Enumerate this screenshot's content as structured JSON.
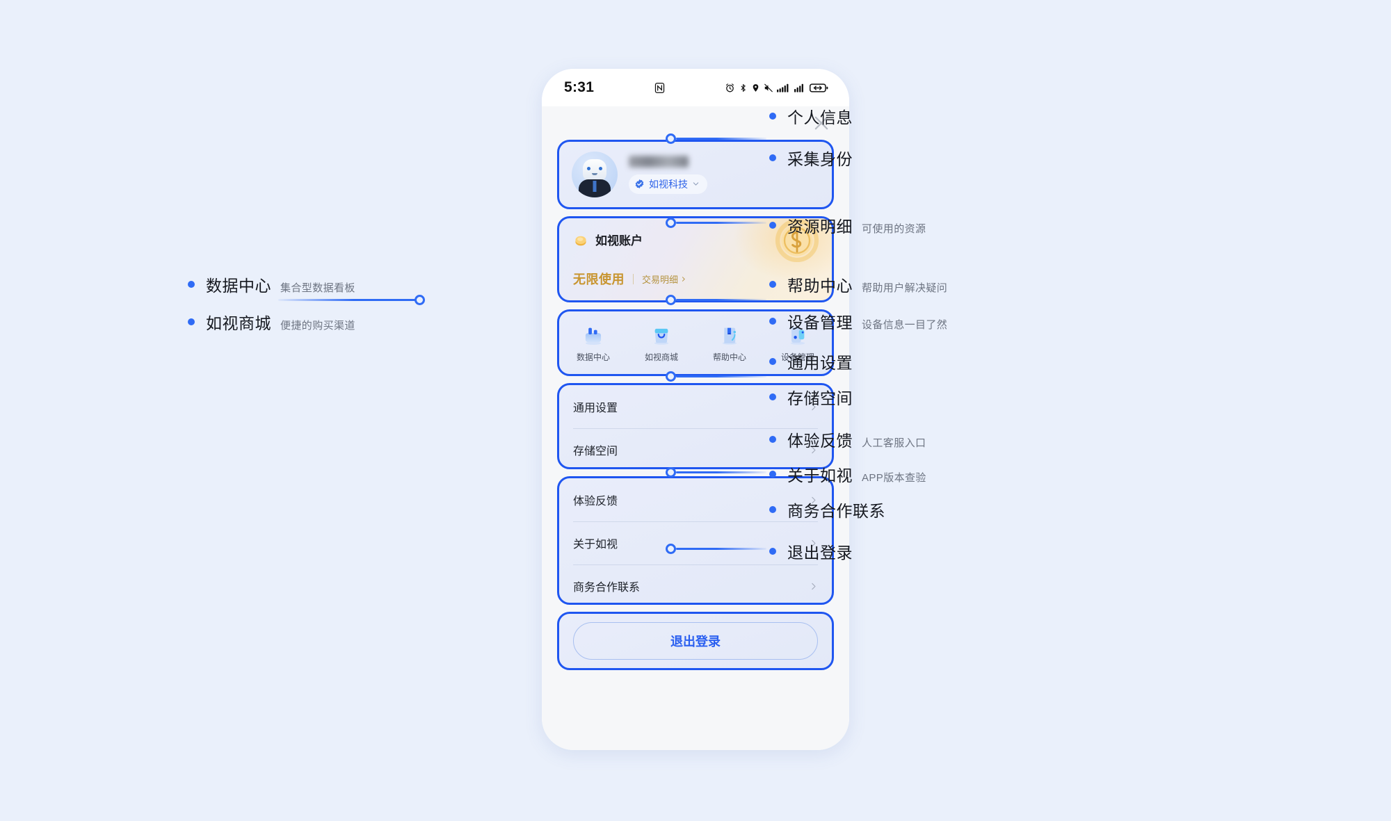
{
  "status_bar": {
    "time": "5:31",
    "icons": [
      "nfc-icon",
      "alarm-icon",
      "bluetooth-icon",
      "location-icon",
      "mute-icon",
      "signal-icon",
      "signal-icon-2",
      "battery-icon"
    ]
  },
  "phone": {
    "close_icon": "close-icon",
    "profile": {
      "avatar_alt": "avatar",
      "name_masked": "",
      "org_name": "如视科技",
      "verified_icon": "verified-badge-icon",
      "chevron_icon": "chevron-down-icon"
    },
    "account": {
      "title": "如视账户",
      "coin_icon": "coin-icon",
      "badge_icon": "coin-badge-icon",
      "quota_text": "无限使用",
      "detail_text": "交易明细",
      "detail_chevron": "chevron-right-icon"
    },
    "grid": [
      {
        "label": "数据中心",
        "icon": "data-center-icon"
      },
      {
        "label": "如视商城",
        "icon": "shop-bag-icon"
      },
      {
        "label": "帮助中心",
        "icon": "help-book-icon"
      },
      {
        "label": "设备管理",
        "icon": "device-icon"
      }
    ],
    "settings_group_1": [
      {
        "label": "通用设置",
        "chevron": "chevron-right-icon"
      },
      {
        "label": "存储空间",
        "chevron": "chevron-right-icon"
      }
    ],
    "settings_group_2": [
      {
        "label": "体验反馈",
        "chevron": "chevron-right-icon"
      },
      {
        "label": "关于如视",
        "chevron": "chevron-right-icon"
      },
      {
        "label": "商务合作联系",
        "chevron": "chevron-right-icon"
      }
    ],
    "logout_label": "退出登录"
  },
  "annotations_left": [
    {
      "title": "数据中心",
      "sub": "集合型数据看板"
    },
    {
      "title": "如视商城",
      "sub": "便捷的购买渠道"
    }
  ],
  "annotations_right": [
    {
      "title": "个人信息",
      "sub": ""
    },
    {
      "title": "采集身份",
      "sub": ""
    },
    {
      "title": "资源明细",
      "sub": "可使用的资源"
    },
    {
      "title": "帮助中心",
      "sub": "帮助用户解决疑问"
    },
    {
      "title": "设备管理",
      "sub": "设备信息一目了然"
    },
    {
      "title": "通用设置",
      "sub": ""
    },
    {
      "title": "存储空间",
      "sub": ""
    },
    {
      "title": "体验反馈",
      "sub": "人工客服入口"
    },
    {
      "title": "关于如视",
      "sub": "APP版本查验"
    },
    {
      "title": "商务合作联系",
      "sub": ""
    },
    {
      "title": "退出登录",
      "sub": ""
    }
  ],
  "colors": {
    "page_bg": "#eaf0fb",
    "accent": "#2f6bf5",
    "card_border": "#1f56f0",
    "gold": "#c89530",
    "text": "#15181f"
  }
}
